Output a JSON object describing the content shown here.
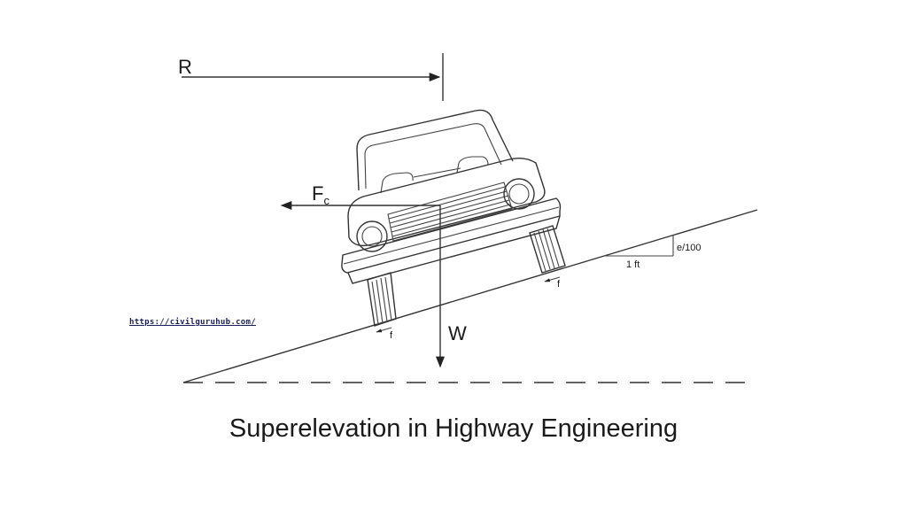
{
  "diagram": {
    "labels": {
      "radius": "R",
      "centrifugal_force": "F",
      "centrifugal_subscript": "c",
      "weight": "W",
      "friction_left": "f",
      "friction_right": "f",
      "rise": "e/100",
      "run": "1 ft"
    },
    "caption": "Superelevation in Highway Engineering",
    "watermark": "https://civilguruhub.com/"
  },
  "colors": {
    "line": "#333333",
    "watermark": "#1a1f5c",
    "text": "#1a1a1a"
  }
}
